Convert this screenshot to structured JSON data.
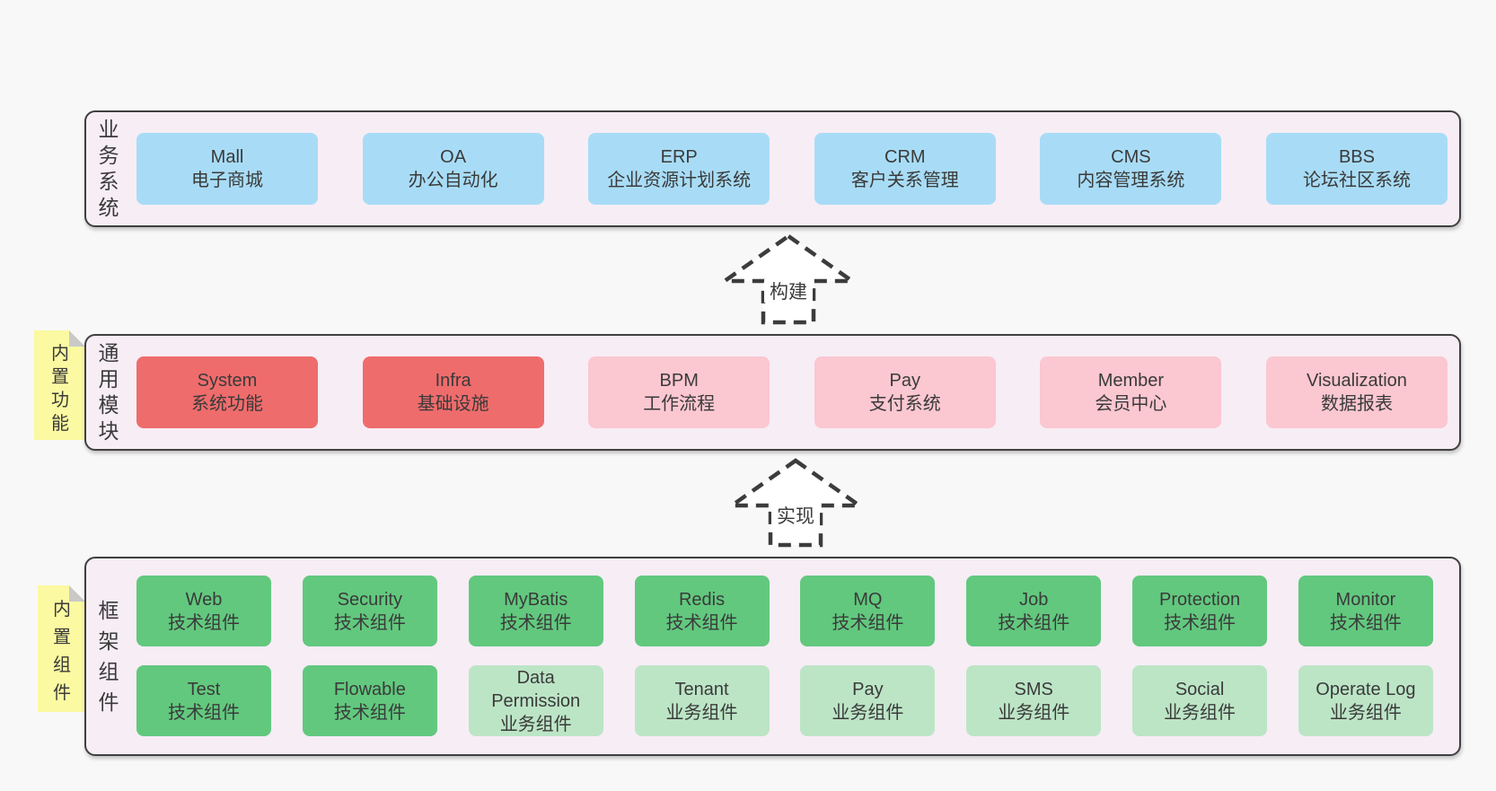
{
  "page": {
    "background": "#f8f8f8"
  },
  "diagram": {
    "colors": {
      "layer_bg": "#f7edf5",
      "layer_border": "#3f3f3f",
      "text": "#3a3a3a",
      "blue": "#a8dcf6",
      "red": "#ef6c6c",
      "pink": "#fbc7d1",
      "green": "#62c87e",
      "lightgreen": "#bce5c6",
      "tag_yellow": "#fbf9a1",
      "tag_fold": "#c9c9c9",
      "arrow": "#3c3c3c"
    },
    "arrows": [
      {
        "label": "构建"
      },
      {
        "label": "实现"
      }
    ],
    "layers": [
      {
        "label": "业务系统",
        "rows": [
          [
            {
              "title": "Mall",
              "subtitle": "电子商城",
              "color": "blue"
            },
            {
              "title": "OA",
              "subtitle": "办公自动化",
              "color": "blue"
            },
            {
              "title": "ERP",
              "subtitle": "企业资源计划系统",
              "color": "blue"
            },
            {
              "title": "CRM",
              "subtitle": "客户关系管理",
              "color": "blue"
            },
            {
              "title": "CMS",
              "subtitle": "内容管理系统",
              "color": "blue"
            },
            {
              "title": "BBS",
              "subtitle": "论坛社区系统",
              "color": "blue"
            }
          ]
        ]
      },
      {
        "label": "通用模块",
        "tag": "内置功能",
        "rows": [
          [
            {
              "title": "System",
              "subtitle": "系统功能",
              "color": "red"
            },
            {
              "title": "Infra",
              "subtitle": "基础设施",
              "color": "red"
            },
            {
              "title": "BPM",
              "subtitle": "工作流程",
              "color": "pink"
            },
            {
              "title": "Pay",
              "subtitle": "支付系统",
              "color": "pink"
            },
            {
              "title": "Member",
              "subtitle": "会员中心",
              "color": "pink"
            },
            {
              "title": "Visualization",
              "subtitle": "数据报表",
              "color": "pink"
            }
          ]
        ]
      },
      {
        "label": "框架组件",
        "tag": "内置组件",
        "rows": [
          [
            {
              "title": "Web",
              "subtitle": "技术组件",
              "color": "green"
            },
            {
              "title": "Security",
              "subtitle": "技术组件",
              "color": "green"
            },
            {
              "title": "MyBatis",
              "subtitle": "技术组件",
              "color": "green"
            },
            {
              "title": "Redis",
              "subtitle": "技术组件",
              "color": "green"
            },
            {
              "title": "MQ",
              "subtitle": "技术组件",
              "color": "green"
            },
            {
              "title": "Job",
              "subtitle": "技术组件",
              "color": "green"
            },
            {
              "title": "Protection",
              "subtitle": "技术组件",
              "color": "green"
            },
            {
              "title": "Monitor",
              "subtitle": "技术组件",
              "color": "green"
            }
          ],
          [
            {
              "title": "Test",
              "subtitle": "技术组件",
              "color": "green"
            },
            {
              "title": "Flowable",
              "subtitle": "技术组件",
              "color": "green"
            },
            {
              "title": "Data Permission",
              "subtitle": "业务组件",
              "color": "lightgreen"
            },
            {
              "title": "Tenant",
              "subtitle": "业务组件",
              "color": "lightgreen"
            },
            {
              "title": "Pay",
              "subtitle": "业务组件",
              "color": "lightgreen"
            },
            {
              "title": "SMS",
              "subtitle": "业务组件",
              "color": "lightgreen"
            },
            {
              "title": "Social",
              "subtitle": "业务组件",
              "color": "lightgreen"
            },
            {
              "title": "Operate Log",
              "subtitle": "业务组件",
              "color": "lightgreen"
            }
          ]
        ]
      }
    ]
  }
}
